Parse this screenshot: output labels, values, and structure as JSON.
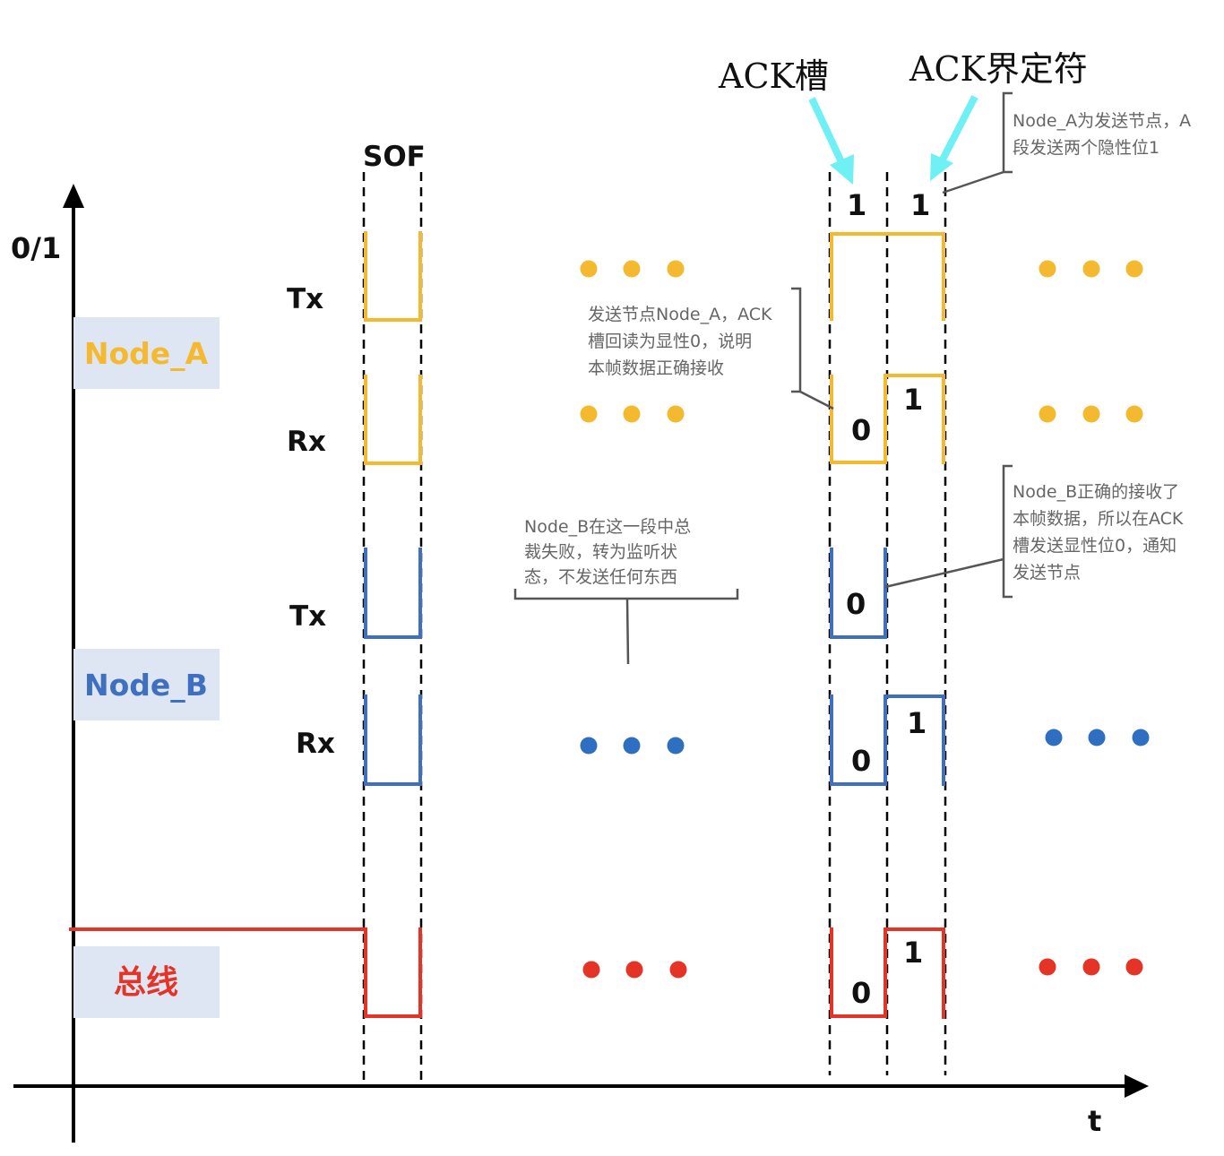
{
  "axes": {
    "y_label": "0/1",
    "x_label": "t"
  },
  "labels": {
    "sof": "SOF",
    "ack_slot": "ACK槽",
    "ack_delimiter": "ACK界定符",
    "tx": "Tx",
    "rx": "Rx"
  },
  "nodes": {
    "node_a": "Node_A",
    "node_b": "Node_B",
    "bus": "总线"
  },
  "bits": {
    "top_slot": "1",
    "top_delim": "1",
    "a_rx_slot": "0",
    "a_rx_delim": "1",
    "b_tx_slot": "0",
    "b_rx_slot": "0",
    "b_rx_delim": "1",
    "bus_slot": "0",
    "bus_delim": "1"
  },
  "notes": {
    "note_top_right": [
      "Node_A为发送节点，A",
      "段发送两个隐性位1"
    ],
    "note_node_a": [
      "发送节点Node_A，ACK",
      "槽回读为显性0，说明",
      "本帧数据正确接收"
    ],
    "note_node_b_mid": [
      "Node_B在这一段中总",
      "裁失败，转为监听状",
      "态，不发送任何东西"
    ],
    "note_node_b_right": [
      "Node_B正确的接收了",
      "本帧数据，所以在ACK",
      "槽发送显性位0，通知",
      "发送节点"
    ]
  },
  "colors": {
    "node_a": "#f4b92e",
    "node_b": "#3f6fbf",
    "bus": "#e53326",
    "arrow": "#6ff0f4",
    "label_box": "#dde6f2"
  }
}
